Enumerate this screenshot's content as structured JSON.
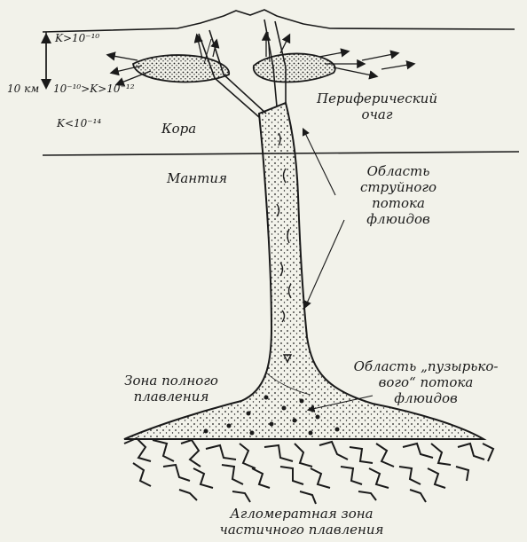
{
  "permeability": {
    "top": "K>10⁻¹⁰",
    "middle": "10⁻¹⁰>K>10⁻¹²",
    "bottom": "K<10⁻¹⁴"
  },
  "depth_label": "10 км",
  "crust_label": "Кора",
  "mantle_label": "Мантия",
  "peripheral_chamber": [
    "Периферический",
    "очаг"
  ],
  "jet_flow_area": [
    "Область",
    "струйного",
    "потока",
    "флюидов"
  ],
  "bubble_flow_area": [
    "Область „пузырько-",
    "вого“ потока",
    "флюидов"
  ],
  "full_melting_zone": [
    "Зона полного",
    "плавления"
  ],
  "partial_melting_zone": [
    "Агломератная зона",
    "частичного плавления"
  ],
  "colors": {
    "background": "#f2f2ea",
    "ink": "#1a1a1a"
  }
}
